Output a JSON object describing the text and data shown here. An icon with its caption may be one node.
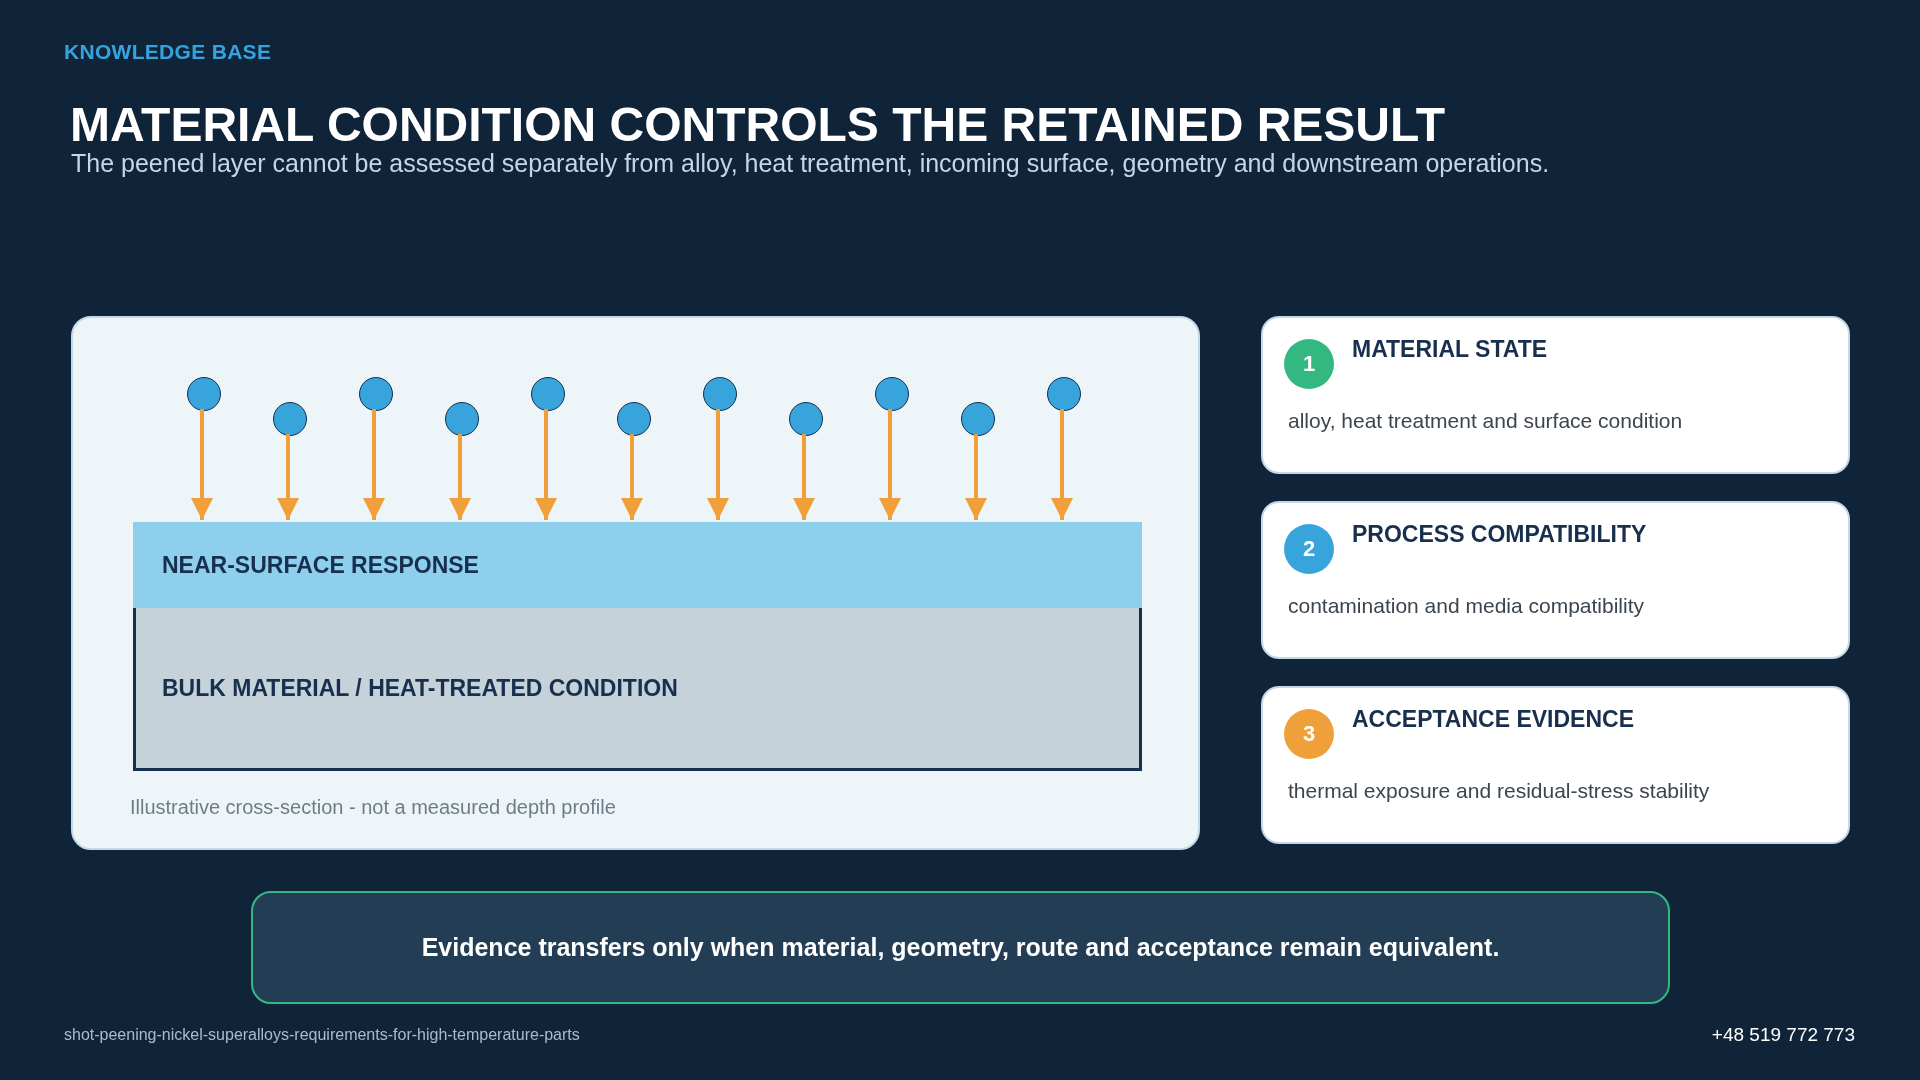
{
  "diagram": {
    "title": "MATERIAL CONDITION CONTROLS THE RETAINED RESULT",
    "nodes": [
      {
        "text": [
          "Illustrative cross-section - not a measured depth profile"
        ]
      },
      {
        "text": [
          "NEAR-SURFACE RESPONSE"
        ],
        "in": 0
      },
      {
        "text": [
          "BULK MATERIAL / HEAT-TREATED CONDITION"
        ],
        "in": 0
      },
      {
        "text": [],
        "shape": "circle",
        "in": 0
      },
      {
        "text": [],
        "shape": "circle",
        "in": 0
      },
      {
        "text": [],
        "shape": "circle",
        "in": 0
      },
      {
        "text": [],
        "shape": "circle",
        "in": 0
      },
      {
        "text": [],
        "shape": "circle",
        "in": 0
      },
      {
        "text": [],
        "shape": "circle",
        "in": 0
      },
      {
        "text": [],
        "shape": "circle",
        "in": 0
      },
      {
        "text": [],
        "shape": "circle",
        "in": 0
      },
      {
        "text": [],
        "shape": "circle",
        "in": 0
      },
      {
        "text": [],
        "shape": "circle",
        "in": 0
      },
      {
        "text": [],
        "shape": "circle",
        "in": 0
      },
      {
        "text": [
          "MATERIAL STATE",
          "alloy, heat treatment and surface condition"
        ]
      },
      {
        "text": [
          "1"
        ],
        "in": 14
      },
      {
        "text": [
          "PROCESS COMPATIBILITY",
          "contamination and media compatibility"
        ]
      },
      {
        "text": [
          "2"
        ],
        "in": 16
      },
      {
        "text": [
          "ACCEPTANCE EVIDENCE",
          "thermal exposure and residual-stress stability"
        ]
      },
      {
        "text": [
          "3"
        ],
        "in": 18
      },
      {
        "text": [
          "Evidence transfers only when material, geometry, route and acceptance remain equivalent."
        ]
      }
    ],
    "edges": [
      {
        "from": 3,
        "to": 1,
        "arrow": "to"
      },
      {
        "from": 4,
        "to": 1,
        "arrow": "to"
      },
      {
        "from": 5,
        "to": 1,
        "arrow": "to"
      },
      {
        "from": 6,
        "to": 1,
        "arrow": "to"
      },
      {
        "from": 7,
        "to": 1,
        "arrow": "to"
      },
      {
        "from": 8,
        "to": 1,
        "arrow": "to"
      },
      {
        "from": 9,
        "to": 1,
        "arrow": "to"
      },
      {
        "from": 10,
        "to": 1,
        "arrow": "to"
      },
      {
        "from": 11,
        "to": 1,
        "arrow": "to"
      },
      {
        "from": 12,
        "to": 1,
        "arrow": "to"
      },
      {
        "from": 13,
        "to": 1,
        "arrow": "to"
      }
    ],
    "labels": [
      "KNOWLEDGE BASE",
      "The peened layer cannot be assessed separately from alloy, heat treatment, incoming surface, geometry and downstream operations.",
      "shot-peening-nickel-superalloys-requirements-for-high-temperature-parts",
      "+48 519 772 773"
    ]
  }
}
